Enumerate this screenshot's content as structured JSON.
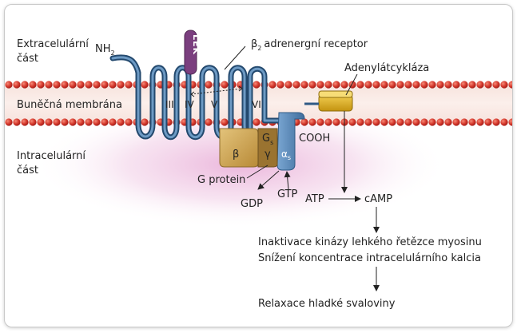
{
  "labels": {
    "extracellular_line1": "Extracelulární",
    "extracellular_line2": "část",
    "nh2": "NH",
    "nh2_sub": "2",
    "beta2_prefix": "β",
    "beta2_sub": "2",
    "beta2_receptor": "adrenergní receptor",
    "adenylate_cyclase": "Adenylátcykláza",
    "cell_membrane": "Buněčná membrána",
    "intracellular_line1": "Intracelulární",
    "intracellular_line2": "část",
    "helix_iii": "III",
    "helix_iv": "IV",
    "helix_v": "V",
    "helix_vi": "VI",
    "drug": "LÉK",
    "g_beta": "β",
    "g_gamma": "γ",
    "g_s": "G",
    "g_s_sub": "s",
    "g_alpha": "α",
    "g_alpha_sub": "s",
    "cooh": "COOH",
    "g_protein": "G protein",
    "gdp": "GDP",
    "gtp": "GTP",
    "atp": "ATP",
    "camp": "cAMP",
    "effect_1": "Inaktivace kinázy lehkého řetězce myosinu",
    "effect_2": "Snížení koncentrace intracelulárního kalcia",
    "result": "Relaxace hladké svaloviny"
  },
  "colors": {
    "membrane_bead": "#d63a2e",
    "membrane_band": "#f6e3dd",
    "receptor": "#3d6c95",
    "drug": "#7b3f7f",
    "g_beta": "#c9a04c",
    "g_gamma": "#9a7330",
    "g_alpha": "#5a86b4",
    "adenylate_cyclase": "#d9aa1f",
    "cytoplasm_glow": "#e9b6dc"
  }
}
